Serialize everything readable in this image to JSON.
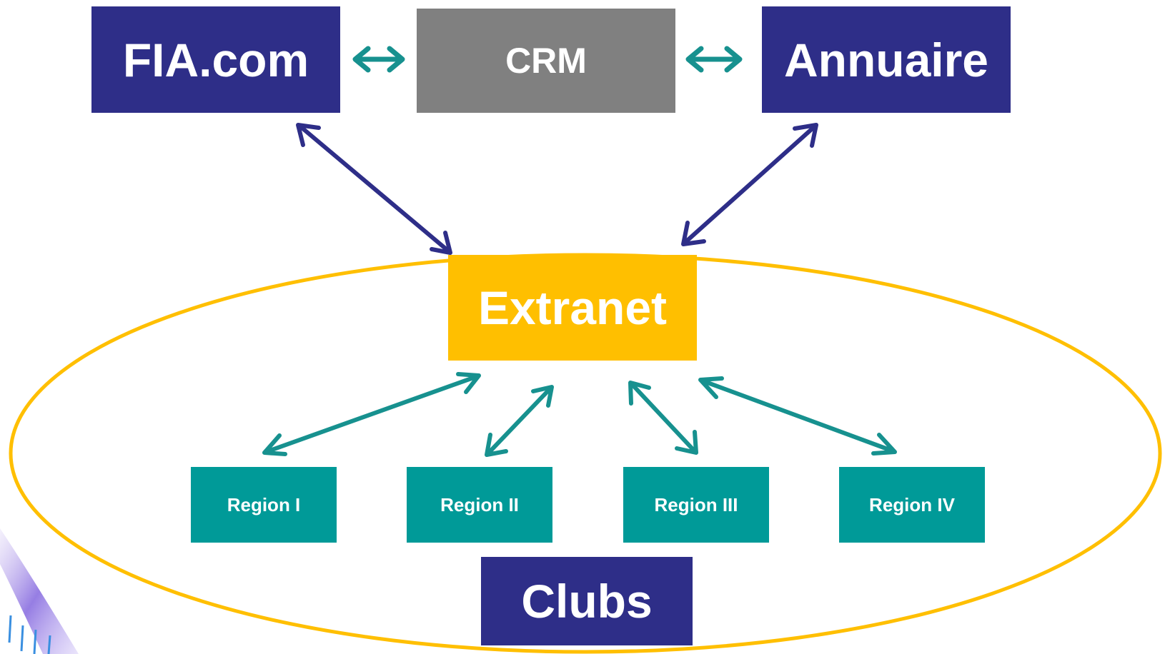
{
  "diagram": {
    "nodes": {
      "fia": {
        "label": "FIA.com"
      },
      "crm": {
        "label": "CRM"
      },
      "annuaire": {
        "label": "Annuaire"
      },
      "extranet": {
        "label": "Extranet"
      },
      "regions": [
        {
          "label": "Region I"
        },
        {
          "label": "Region II"
        },
        {
          "label": "Region III"
        },
        {
          "label": "Region IV"
        }
      ],
      "clubs": {
        "label": "Clubs"
      }
    },
    "edges": [
      {
        "from": "FIA.com",
        "to": "CRM",
        "direction": "both"
      },
      {
        "from": "CRM",
        "to": "Annuaire",
        "direction": "both"
      },
      {
        "from": "FIA.com",
        "to": "Extranet",
        "direction": "both"
      },
      {
        "from": "Annuaire",
        "to": "Extranet",
        "direction": "both"
      },
      {
        "from": "Extranet",
        "to": "Region I",
        "direction": "both"
      },
      {
        "from": "Extranet",
        "to": "Region II",
        "direction": "both"
      },
      {
        "from": "Extranet",
        "to": "Region III",
        "direction": "both"
      },
      {
        "from": "Extranet",
        "to": "Region IV",
        "direction": "both"
      }
    ],
    "colors": {
      "navy": "#2e2e88",
      "gray": "#808080",
      "gold": "#ffbf00",
      "teal": "#009a98",
      "arrow_navy": "#2e2e88",
      "arrow_teal": "#17918f"
    }
  }
}
